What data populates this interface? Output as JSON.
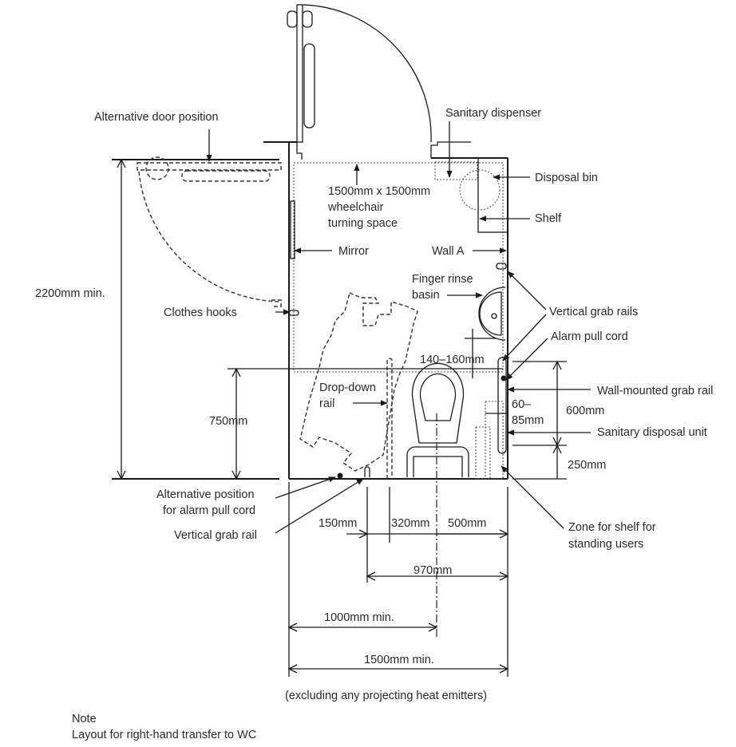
{
  "title": "Accessible WC compartment layout",
  "labels": {
    "alt_door": "Alternative door position",
    "sanitary_dispenser": "Sanitary dispenser",
    "disposal_bin": "Disposal bin",
    "turning_space_1": "1500mm x 1500mm",
    "turning_space_2": "wheelchair",
    "turning_space_3": "turning space",
    "shelf": "Shelf",
    "mirror": "Mirror",
    "wall_a": "Wall A",
    "finger_rinse_1": "Finger rinse",
    "finger_rinse_2": "basin",
    "vertical_grab_rails": "Vertical grab rails",
    "alarm_pull_cord": "Alarm pull cord",
    "clothes_hooks": "Clothes hooks",
    "drop_down_1": "Drop-down",
    "drop_down_2": "rail",
    "wall_grab_rail": "Wall-mounted grab rail",
    "sanitary_disposal_unit": "Sanitary disposal unit",
    "alt_alarm_1": "Alternative position",
    "alt_alarm_2": "for alarm pull cord",
    "vertical_grab_rail": "Vertical grab rail",
    "shelf_zone_1": "Zone for shelf for",
    "shelf_zone_2": "standing users"
  },
  "dimensions": {
    "height_total": "2200mm min.",
    "height_750": "750mm",
    "basin_gap": "140–160mm",
    "rail_gap_1": "60–",
    "rail_gap_2": "85mm",
    "rail_600": "600mm",
    "rail_250": "250mm",
    "d150": "150mm",
    "d320": "320mm",
    "d500": "500mm",
    "d970": "970mm",
    "d1000": "1000mm min.",
    "d1500": "1500mm min.",
    "excluding_note": "(excluding any projecting heat emitters)"
  },
  "note": {
    "heading": "Note",
    "text": "Layout for right-hand transfer to WC"
  }
}
